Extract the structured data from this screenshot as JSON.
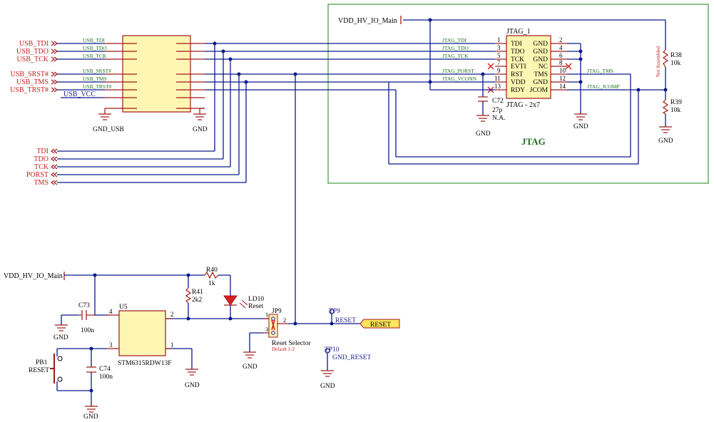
{
  "usb_ports": {
    "tdi": "USB_TDI",
    "tdo": "USB_TDO",
    "tck": "USB_TCK",
    "srst": "USB_SRST#",
    "tms": "USB_TMS",
    "trst": "USB_TRST#",
    "vcc": "USB_VCC"
  },
  "usb_nets": [
    "USB_TDI",
    "USB_TDO",
    "USB_TCK",
    "USB_SRST#",
    "USB_TMS",
    "USB_TRST#"
  ],
  "left_ports": [
    "TDI",
    "TDO",
    "TCK",
    "PORST",
    "TMS"
  ],
  "gnd_usb": "GND_USB",
  "gnd": "GND",
  "jtag": {
    "title": "JTAG",
    "ref": "JTAG_1",
    "value": "JTAG - 2x7",
    "nets": [
      "JTAG_TDI",
      "JTAG_TDO",
      "JTAG_TCK",
      "JTAG_PORST",
      "JTAG_VCONN",
      "JTAG_TMS",
      "JTAG_JCOMP"
    ],
    "pins_left_num": [
      "1",
      "3",
      "5",
      "7",
      "9",
      "11",
      "13"
    ],
    "pins_left_name": [
      "TDI",
      "TDO",
      "TCK",
      "EVTI",
      "RST",
      "VDD",
      "RDY"
    ],
    "pins_right_num": [
      "2",
      "4",
      "6",
      "8",
      "10",
      "12",
      "14"
    ],
    "pins_right_name": [
      "GND",
      "GND",
      "GND",
      "NC",
      "TMS",
      "GND",
      "JCOM"
    ]
  },
  "vdd_hv": "VDD_HV_IO_Main",
  "r38": {
    "ref": "R38",
    "value": "10k",
    "note": "Not Assembled"
  },
  "r39": {
    "ref": "R39",
    "value": "10k"
  },
  "c72": {
    "ref": "C72",
    "value": "27p",
    "note": "N.A."
  },
  "r40": {
    "ref": "R40",
    "value": "1k"
  },
  "r41": {
    "ref": "R41",
    "value": "2k2"
  },
  "ld10": {
    "ref": "LD10",
    "value": "Reset"
  },
  "c73": {
    "ref": "C73",
    "value": "100n"
  },
  "c74": {
    "ref": "C74",
    "value": "100n"
  },
  "u5": {
    "ref": "U5",
    "part": "STM6315RDW13F",
    "pins": [
      "4",
      "2",
      "3",
      "1"
    ]
  },
  "pb1": {
    "ref": "PB1",
    "value": "RESET"
  },
  "jp9": {
    "ref": "JP9",
    "value": "Reset Selector",
    "note": "Default 1-2",
    "pins": [
      "1",
      "2",
      "3"
    ]
  },
  "tp9": {
    "ref": "TP9",
    "value": "RESET"
  },
  "tp10": {
    "ref": "TP10",
    "value": "GND_RESET"
  },
  "reset_port": "RESET"
}
